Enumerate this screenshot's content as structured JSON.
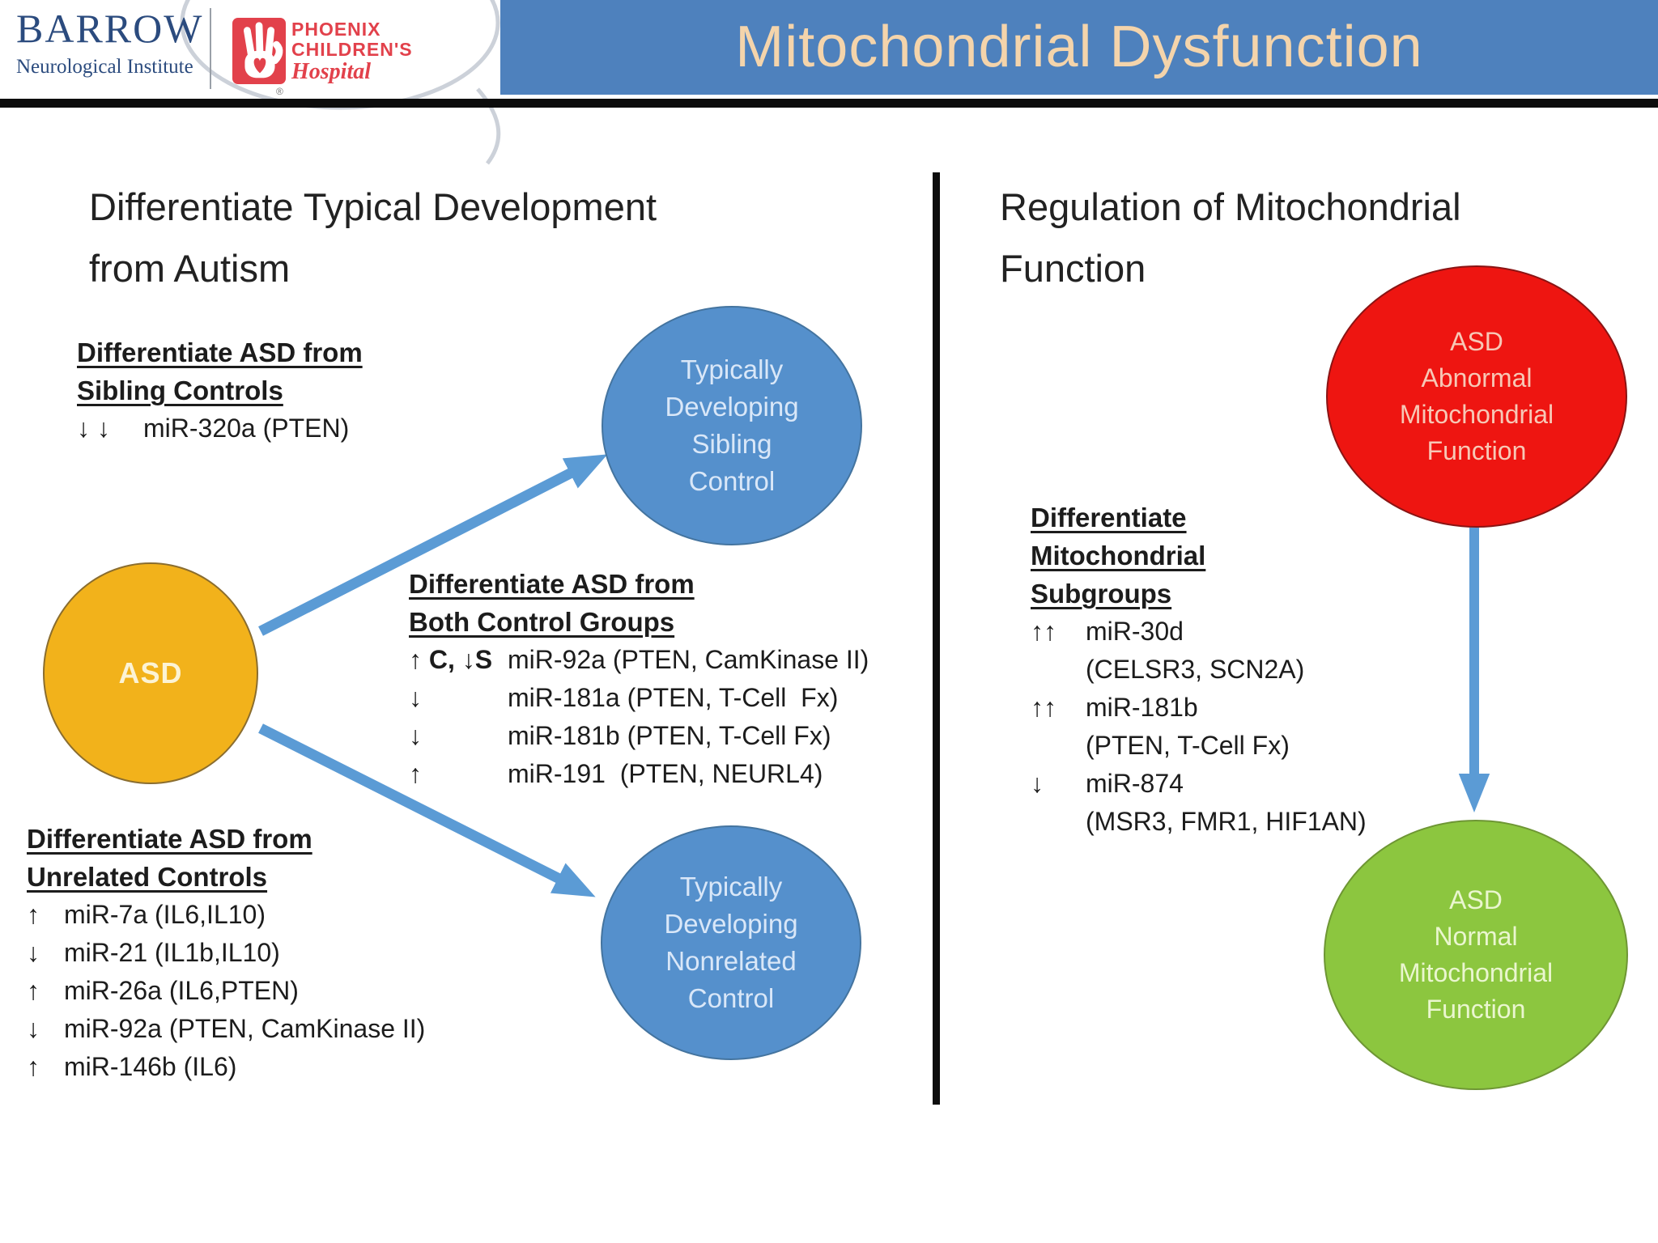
{
  "colors": {
    "header-blue": "#4E81BD",
    "title-cream": "#F4D4AB",
    "circle-blue": "#5590CC",
    "arrow-blue": "#5B9BD5",
    "asd-yellow": "#F2B21B",
    "abnormal-red": "#EE1511",
    "normal-green": "#8CC63F",
    "barrow-navy": "#2B4B7E",
    "phoenix-red": "#E2414B",
    "ink": "#1C1C1C"
  },
  "header": {
    "title": "Mitochondrial Dysfunction",
    "barrow_logo": {
      "name": "BARROW",
      "subtitle": "Neurological Institute"
    },
    "phoenix_logo": {
      "line1": "PHOENIX",
      "line2": "CHILDREN'S",
      "line3": "Hospital",
      "registered": "®"
    }
  },
  "left": {
    "heading": "Differentiate Typical Development\nfrom Autism",
    "sibling_block": {
      "title": "Differentiate ASD from\nSibling Controls",
      "items": [
        {
          "prefix": "↓ ↓",
          "text": "miR-320a (PTEN)"
        }
      ]
    },
    "both_block": {
      "title": "Differentiate ASD from\nBoth Control Groups",
      "items": [
        {
          "prefix": "↑ C, ↓S",
          "text": "miR-92a (PTEN, CamKinase II)"
        },
        {
          "prefix": "↓",
          "text": "miR-181a (PTEN, T-Cell  Fx)"
        },
        {
          "prefix": "↓",
          "text": "miR-181b (PTEN, T-Cell Fx)"
        },
        {
          "prefix": "↑",
          "text": "miR-191  (PTEN, NEURL4)"
        }
      ]
    },
    "unrelated_block": {
      "title": "Differentiate ASD from\nUnrelated Controls",
      "items": [
        {
          "prefix": "↑",
          "text": "miR-7a (IL6,IL10)"
        },
        {
          "prefix": "↓",
          "text": "miR-21 (IL1b,IL10)"
        },
        {
          "prefix": "↑",
          "text": "miR-26a (IL6,PTEN)"
        },
        {
          "prefix": "↓",
          "text": "miR-92a (PTEN, CamKinase II)"
        },
        {
          "prefix": "↑",
          "text": "miR-146b (IL6)"
        }
      ]
    },
    "asd_circle": "ASD",
    "sibling_circle": "Typically\nDeveloping\nSibling\nControl",
    "nonrelated_circle": "Typically\nDeveloping\nNonrelated\nControl"
  },
  "right": {
    "heading": "Regulation of Mitochondrial\nFunction",
    "subgroups_block": {
      "title": "Differentiate\nMitochondrial\nSubgroups",
      "items": [
        {
          "prefix": "↑↑",
          "name": "miR-30d",
          "targets": "(CELSR3, SCN2A)"
        },
        {
          "prefix": "↑↑",
          "name": "miR-181b",
          "targets": "(PTEN, T-Cell Fx)"
        },
        {
          "prefix": "↓",
          "name": "miR-874",
          "targets": "(MSR3, FMR1, HIF1AN)"
        }
      ]
    },
    "abnormal_circle": "ASD\nAbnormal\nMitochondrial\nFunction",
    "normal_circle": "ASD\nNormal\nMitochondrial\nFunction"
  }
}
